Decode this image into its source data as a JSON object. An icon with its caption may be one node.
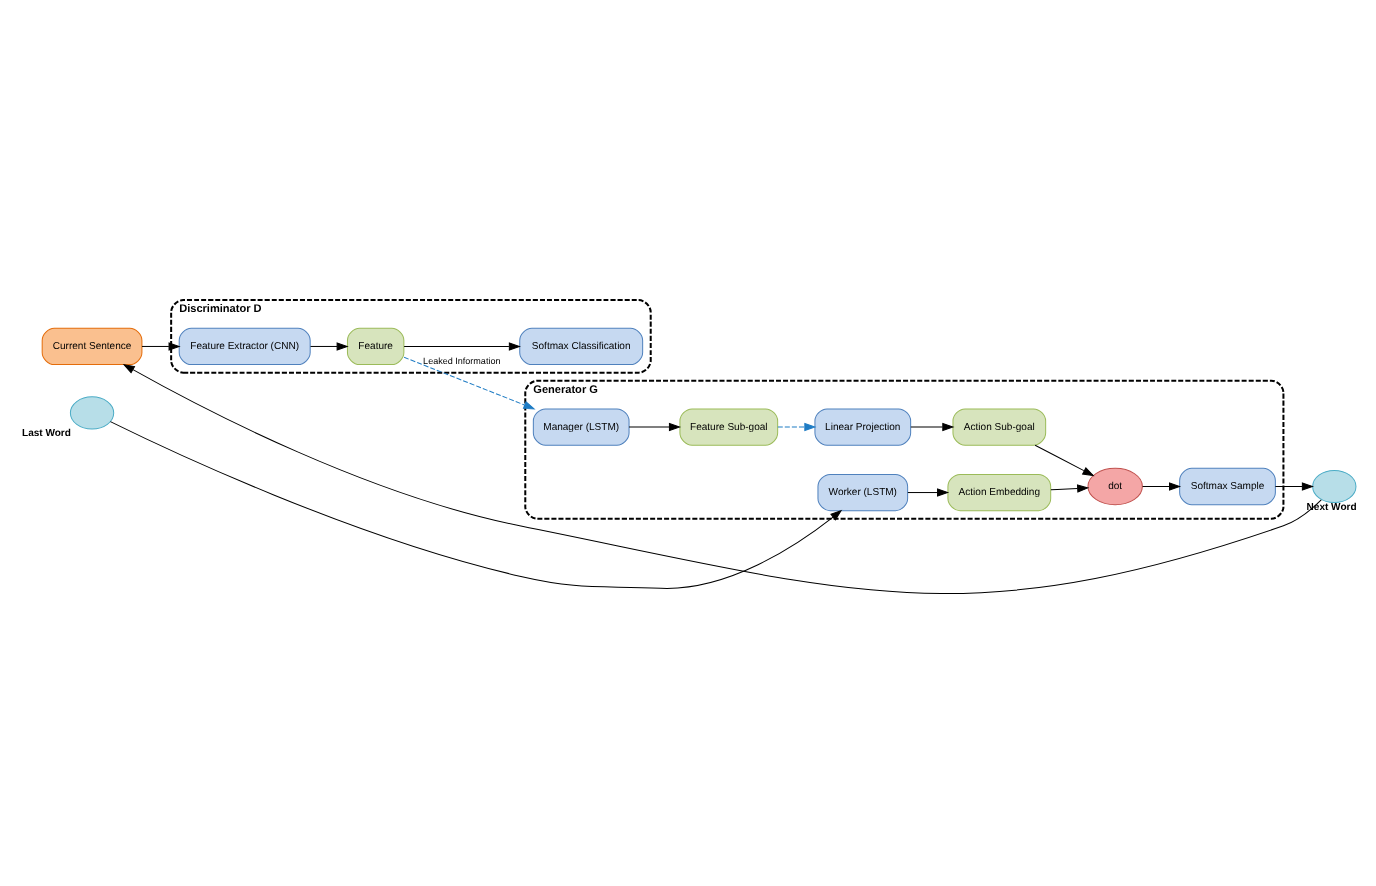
{
  "diagram": {
    "nodes": [
      {
        "text": [
          "Discriminator D"
        ]
      },
      {
        "text": [
          "Current Sentence"
        ]
      },
      {
        "text": [
          "Feature Extractor (CNN)"
        ],
        "in": 0
      },
      {
        "text": [
          "Feature"
        ],
        "in": 0
      },
      {
        "text": [
          "Softmax Classification"
        ],
        "in": 0
      },
      {
        "text": [
          "Generator G"
        ]
      },
      {
        "text": [
          "Manager (LSTM)"
        ],
        "in": 5
      },
      {
        "text": [
          "Feature Sub-goal"
        ],
        "in": 5
      },
      {
        "text": [
          "Linear Projection"
        ],
        "in": 5
      },
      {
        "text": [
          "Action Sub-goal"
        ],
        "in": 5
      },
      {
        "text": [
          "Worker (LSTM)"
        ],
        "in": 5
      },
      {
        "text": [],
        "shape": "circle",
        "beside": [
          "Last Word"
        ]
      },
      {
        "text": [
          "Action Embedding"
        ],
        "in": 5
      },
      {
        "text": [
          "dot"
        ],
        "in": 5
      },
      {
        "text": [
          "Softmax Sample"
        ],
        "in": 5
      },
      {
        "text": [],
        "shape": "circle",
        "beside": [
          "Next Word"
        ]
      }
    ],
    "edges": [
      {
        "from": 1,
        "to": 2,
        "arrow": "to"
      },
      {
        "from": 2,
        "to": 3,
        "arrow": "to"
      },
      {
        "from": 3,
        "to": 4,
        "arrow": "to"
      },
      {
        "from": 3,
        "to": 6,
        "arrow": "to",
        "label": "Leaked Information",
        "style": "dashed",
        "color": "#1f7cc4"
      },
      {
        "from": 6,
        "to": 7,
        "arrow": "to"
      },
      {
        "from": 7,
        "to": 8,
        "arrow": "to",
        "style": "dashed",
        "color": "#1f7cc4"
      },
      {
        "from": 8,
        "to": 9,
        "arrow": "to"
      },
      {
        "from": 11,
        "to": 10,
        "arrow": "to"
      },
      {
        "from": 10,
        "to": 12,
        "arrow": "to"
      },
      {
        "from": 12,
        "to": 13,
        "arrow": "to"
      },
      {
        "from": 9,
        "to": 13,
        "arrow": "to"
      },
      {
        "from": 13,
        "to": 14,
        "arrow": "to"
      },
      {
        "from": 14,
        "to": 15,
        "arrow": "to"
      },
      {
        "from": 15,
        "to": 1,
        "arrow": "to"
      }
    ]
  }
}
